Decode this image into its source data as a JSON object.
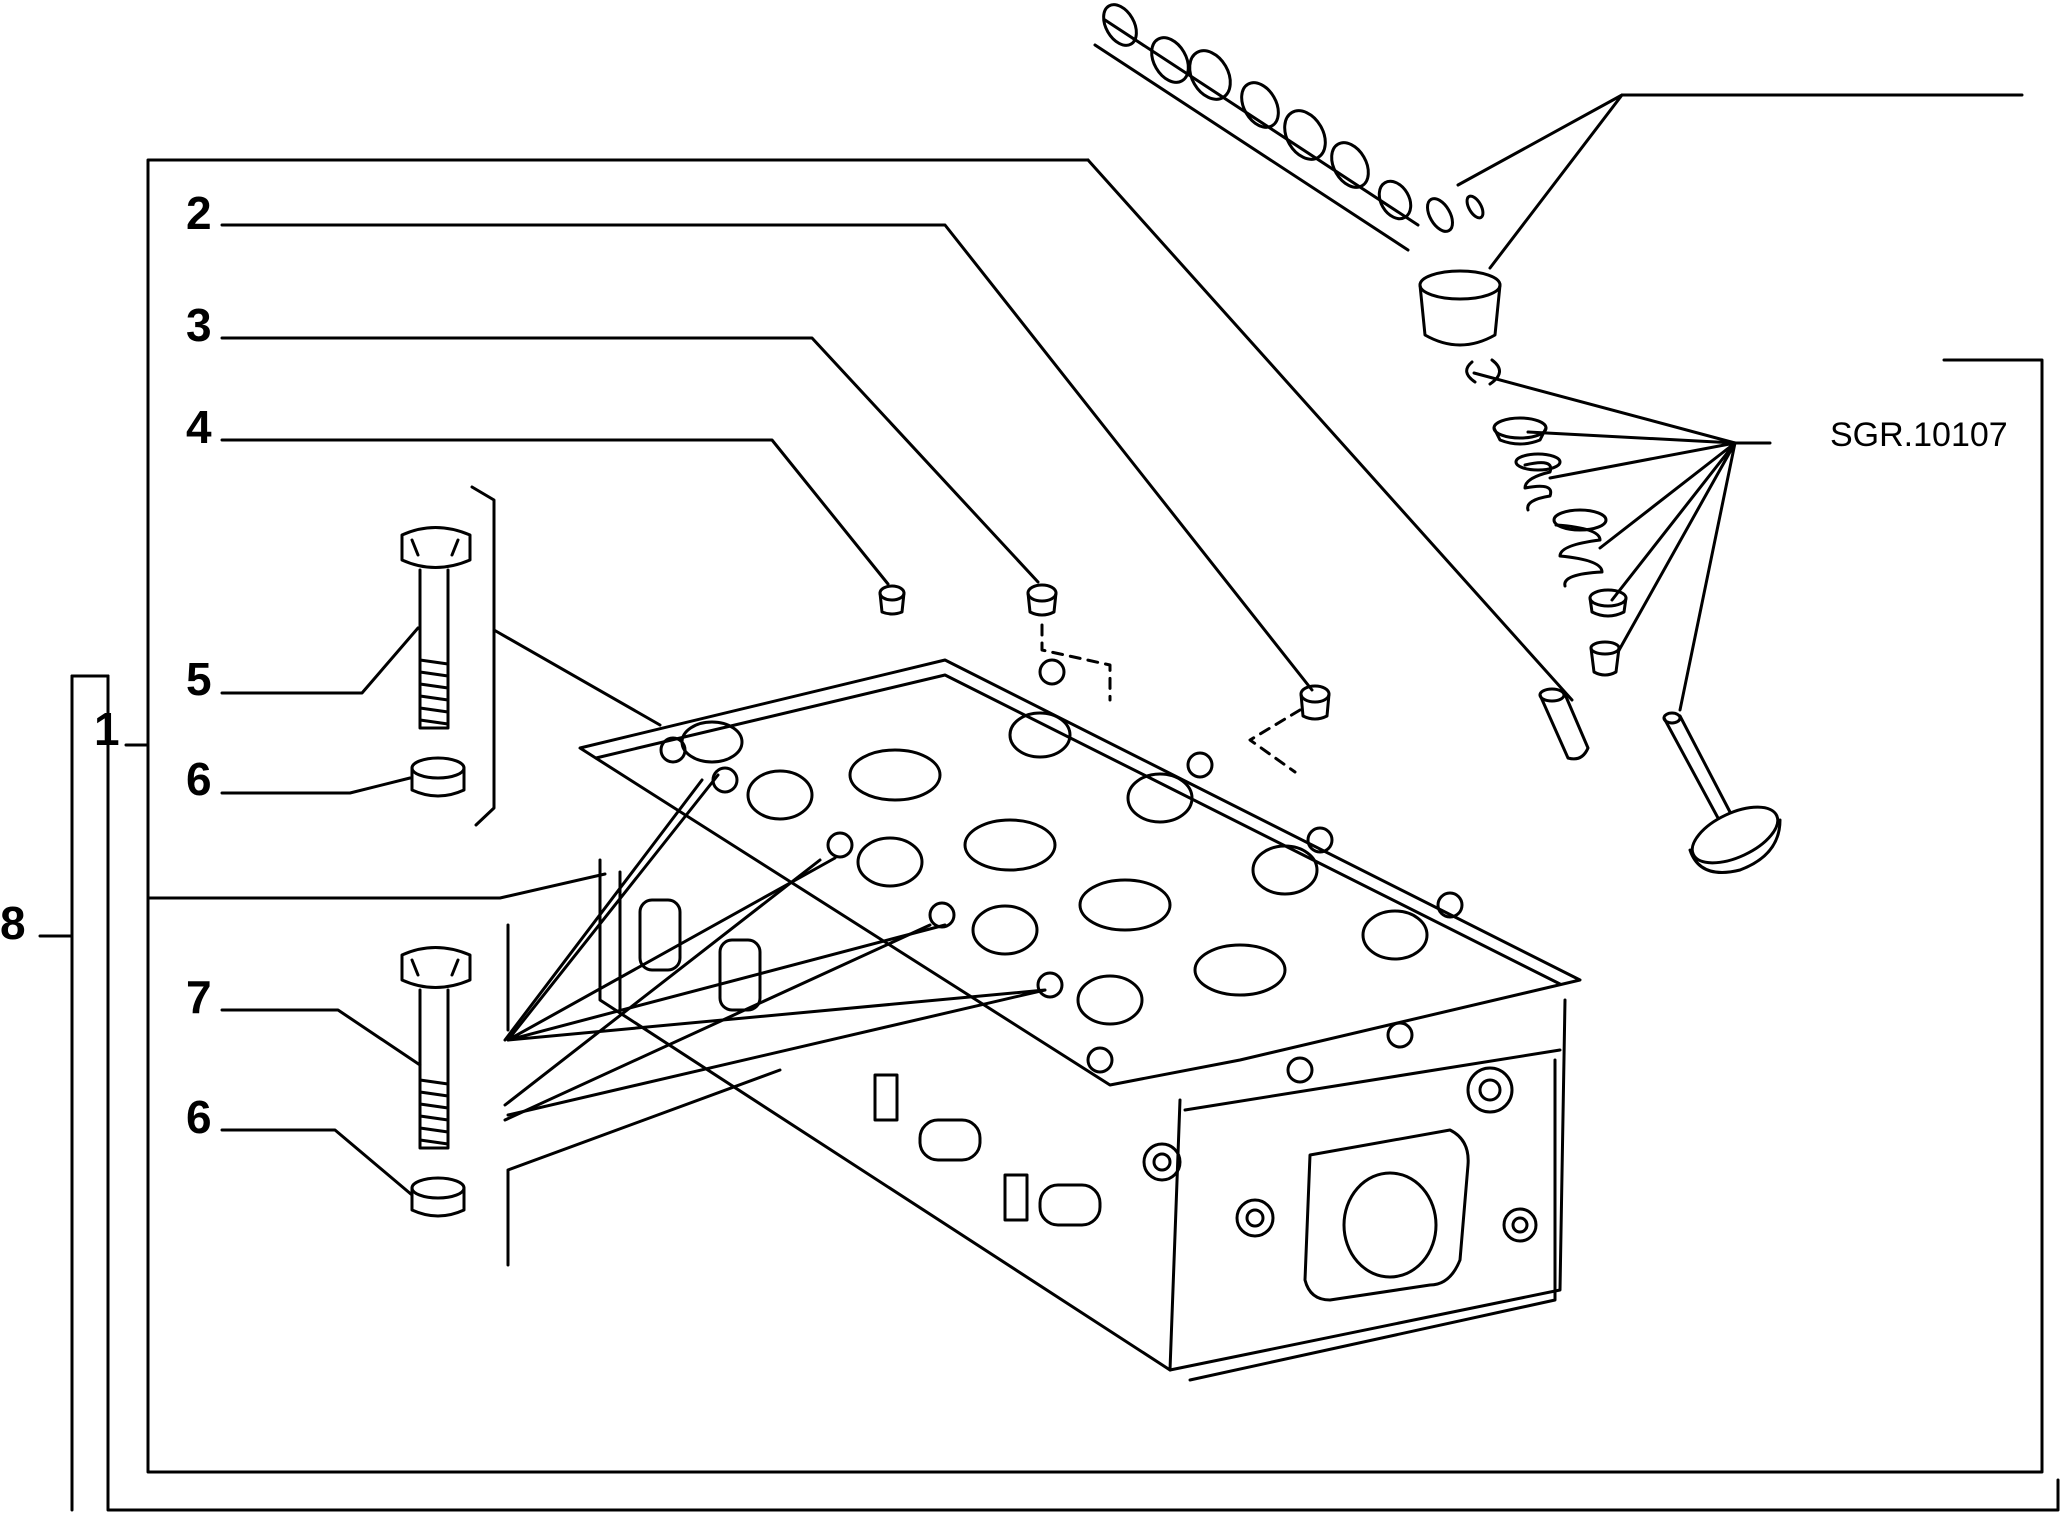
{
  "callouts": {
    "c1": "1",
    "c2": "2",
    "c3": "3",
    "c4": "4",
    "c5": "5",
    "c6a": "6",
    "c6b": "6",
    "c7": "7",
    "c8": "8"
  },
  "reference_code": "SGR.10107",
  "colors": {
    "line": "#000000",
    "background": "#ffffff"
  }
}
